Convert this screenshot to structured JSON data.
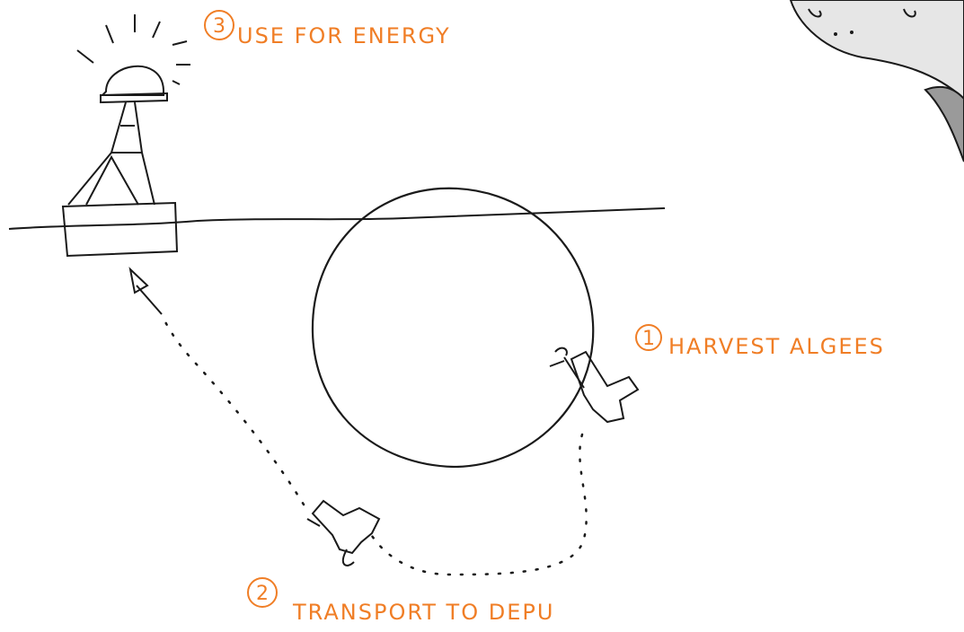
{
  "steps": [
    {
      "number": "3",
      "label": "USE FOR ENERGY"
    },
    {
      "number": "1",
      "label": "HARVEST ALGEES"
    },
    {
      "number": "2",
      "label": "TRANSPORT TO DEPU"
    }
  ],
  "colors": {
    "ink": "#1a1a1a",
    "annotation": "#f07e26",
    "shade": "#9a9a9a",
    "paper": "#ffffff"
  },
  "icons": [
    "beacon-icon",
    "robot-icon",
    "arrow-icon"
  ]
}
